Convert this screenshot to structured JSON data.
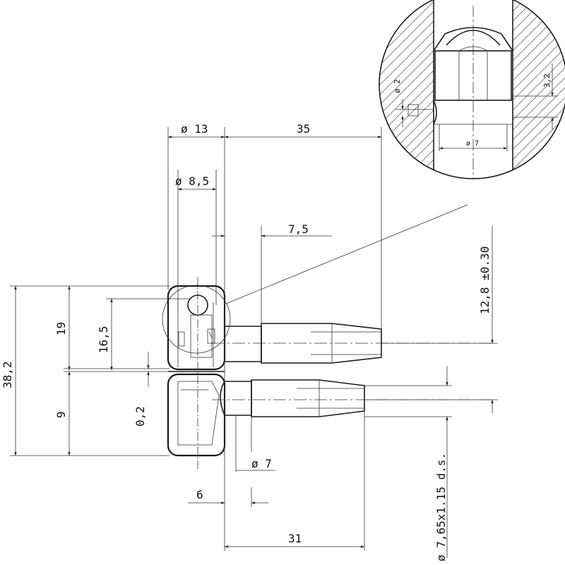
{
  "dimensions": {
    "dia_13": "ø 13",
    "len_35": "35",
    "dia_8_5": "ø 8,5",
    "len_7_5": "7,5",
    "tol_12_8": "12,8 ±0.30",
    "h_38_2": "38,2",
    "h_19": "19",
    "h_16_5": "16,5",
    "h_9": "9",
    "h_0_2": "0,2",
    "dia_7": "ø 7",
    "len_6": "6",
    "len_31": "31",
    "thread": "ø 7,65x1.15 d.s."
  },
  "detail": {
    "dia_2": "ø 2",
    "len_3_2": "3,2",
    "dia_7": "ø 7"
  }
}
